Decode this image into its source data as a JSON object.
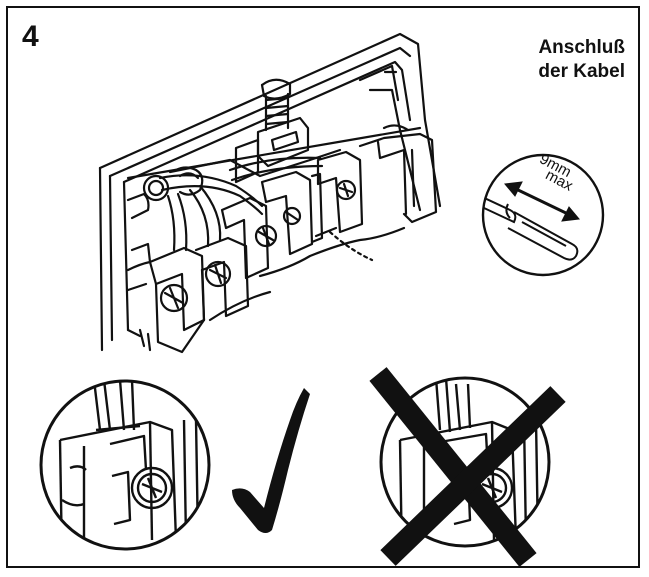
{
  "step_number": "4",
  "title": {
    "line1": "Anschluß",
    "line2": "der Kabel"
  },
  "strip_length_label": {
    "line1": "9mm",
    "line2": "max"
  },
  "icons": [
    "terminal-block-drawing",
    "wire-strip-length-icon",
    "correct-checkmark-icon",
    "wrong-x-mark-icon"
  ],
  "colors": {
    "ink": "#111111",
    "paper": "#ffffff"
  }
}
